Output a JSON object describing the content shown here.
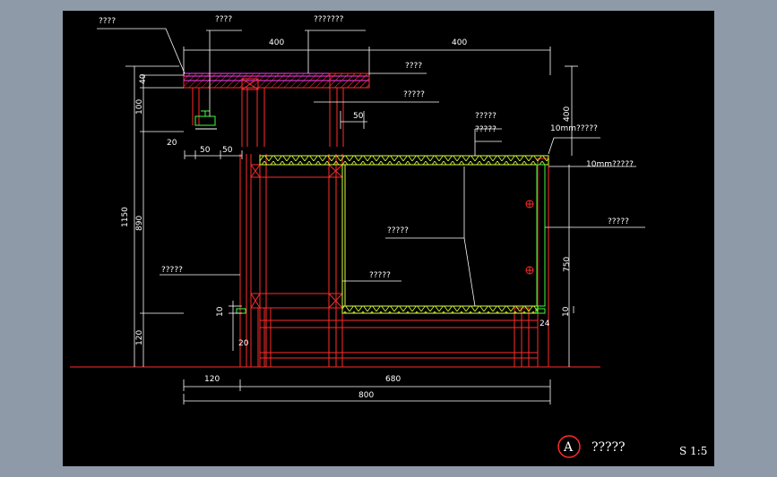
{
  "drawing": {
    "labels": {
      "top_left": "????",
      "top_mid": "????",
      "top_right": "???????",
      "right_a": "????",
      "right_b": "?????",
      "right_c1": "?????",
      "right_c2": "?????",
      "mm10_a": "10mm?????",
      "mm10_b": "10mm?????",
      "right_mid": "?????",
      "center_mid": "?????",
      "left_low": "?????",
      "center_low": "?????"
    },
    "dims": {
      "top_400a": "400",
      "top_400b": "400",
      "d50a": "50",
      "d20a": "20",
      "d50b": "50",
      "d50c": "50",
      "left_40": "40",
      "left_100": "100",
      "left_1150": "1150",
      "left_890": "890",
      "left_120": "120",
      "left_10": "10",
      "left_20": "20",
      "right_400": "400",
      "right_750": "750",
      "right_10": "10",
      "right_24": "24",
      "bot_120": "120",
      "bot_680": "680",
      "bot_800": "800"
    },
    "title_block": {
      "marker": "A",
      "title": "?????",
      "scale": "S 1:5"
    }
  }
}
